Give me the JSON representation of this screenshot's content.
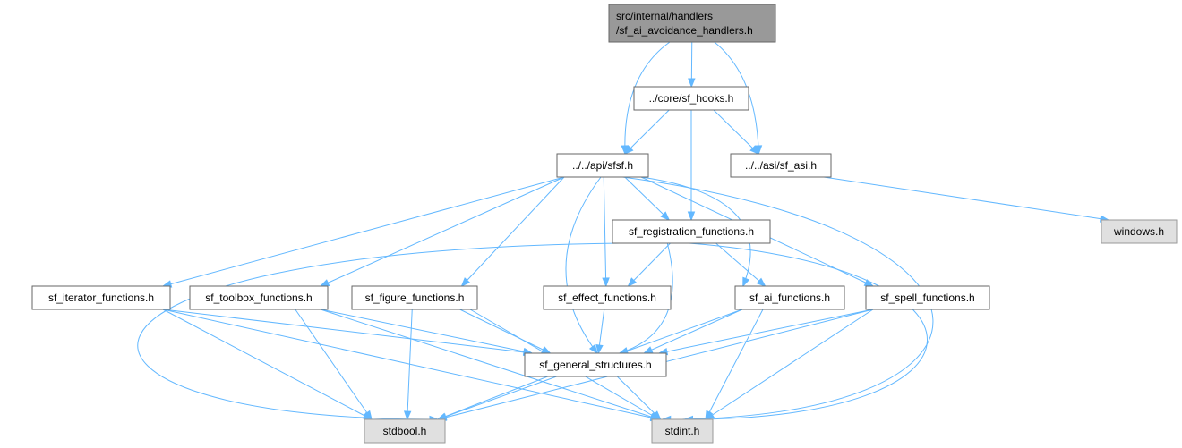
{
  "graph": {
    "nodes": [
      {
        "id": "root",
        "kind": "root",
        "lines": [
          "src/internal/handlers",
          "/sf_ai_avoidance_handlers.h"
        ]
      },
      {
        "id": "hooks",
        "kind": "normal",
        "lines": [
          "../core/sf_hooks.h"
        ]
      },
      {
        "id": "sfsf",
        "kind": "normal",
        "lines": [
          "../../api/sfsf.h"
        ]
      },
      {
        "id": "asi",
        "kind": "normal",
        "lines": [
          "../../asi/sf_asi.h"
        ]
      },
      {
        "id": "windows",
        "kind": "system",
        "lines": [
          "windows.h"
        ]
      },
      {
        "id": "reg",
        "kind": "normal",
        "lines": [
          "sf_registration_functions.h"
        ]
      },
      {
        "id": "iter",
        "kind": "normal",
        "lines": [
          "sf_iterator_functions.h"
        ]
      },
      {
        "id": "toolbox",
        "kind": "normal",
        "lines": [
          "sf_toolbox_functions.h"
        ]
      },
      {
        "id": "figure",
        "kind": "normal",
        "lines": [
          "sf_figure_functions.h"
        ]
      },
      {
        "id": "effect",
        "kind": "normal",
        "lines": [
          "sf_effect_functions.h"
        ]
      },
      {
        "id": "ai",
        "kind": "normal",
        "lines": [
          "sf_ai_functions.h"
        ]
      },
      {
        "id": "spell",
        "kind": "normal",
        "lines": [
          "sf_spell_functions.h"
        ]
      },
      {
        "id": "general",
        "kind": "normal",
        "lines": [
          "sf_general_structures.h"
        ]
      },
      {
        "id": "stdbool",
        "kind": "system",
        "lines": [
          "stdbool.h"
        ]
      },
      {
        "id": "stdint",
        "kind": "system",
        "lines": [
          "stdint.h"
        ]
      }
    ],
    "edges": [
      [
        "root",
        "hooks"
      ],
      [
        "root",
        "sfsf"
      ],
      [
        "root",
        "asi"
      ],
      [
        "hooks",
        "sfsf"
      ],
      [
        "hooks",
        "asi"
      ],
      [
        "hooks",
        "reg"
      ],
      [
        "asi",
        "windows"
      ],
      [
        "sfsf",
        "reg"
      ],
      [
        "sfsf",
        "iter"
      ],
      [
        "sfsf",
        "toolbox"
      ],
      [
        "sfsf",
        "figure"
      ],
      [
        "sfsf",
        "effect"
      ],
      [
        "sfsf",
        "ai"
      ],
      [
        "sfsf",
        "spell"
      ],
      [
        "sfsf",
        "general"
      ],
      [
        "sfsf",
        "stdint"
      ],
      [
        "reg",
        "stdbool"
      ],
      [
        "reg",
        "effect"
      ],
      [
        "reg",
        "ai"
      ],
      [
        "reg",
        "general"
      ],
      [
        "reg",
        "stdint"
      ],
      [
        "iter",
        "general"
      ],
      [
        "iter",
        "stdbool"
      ],
      [
        "iter",
        "stdint"
      ],
      [
        "toolbox",
        "general"
      ],
      [
        "toolbox",
        "stdbool"
      ],
      [
        "toolbox",
        "stdint"
      ],
      [
        "figure",
        "general"
      ],
      [
        "figure",
        "stdbool"
      ],
      [
        "figure",
        "stdint"
      ],
      [
        "effect",
        "general"
      ],
      [
        "ai",
        "general"
      ],
      [
        "ai",
        "stdbool"
      ],
      [
        "ai",
        "stdint"
      ],
      [
        "spell",
        "general"
      ],
      [
        "spell",
        "stdbool"
      ],
      [
        "spell",
        "stdint"
      ],
      [
        "general",
        "stdbool"
      ],
      [
        "general",
        "stdint"
      ]
    ]
  }
}
